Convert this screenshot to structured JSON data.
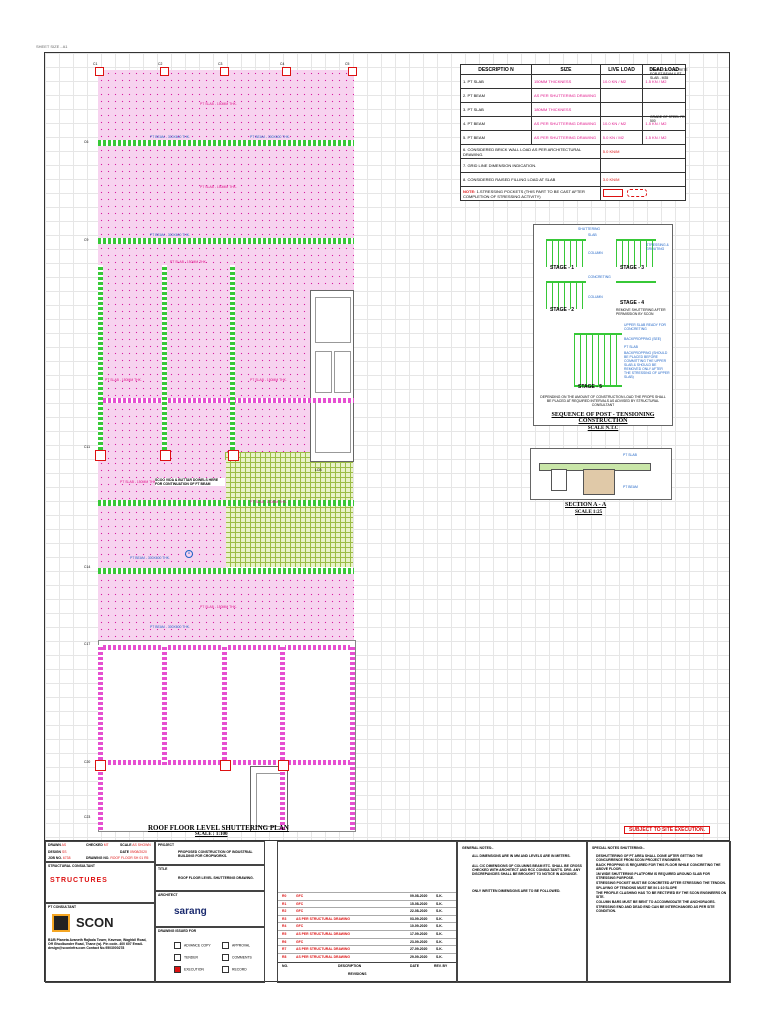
{
  "sheet": {
    "corner_label": "SHEET SIZE - A1"
  },
  "plan": {
    "title": "ROOF FLOOR LEVEL SHUTTERING PLAN",
    "scale": "SCALE : 1:100",
    "grid_top": [
      "C1",
      "C2",
      "C3",
      "C4",
      "C5"
    ],
    "grid_left": [
      "C6",
      "C9",
      "C11",
      "C14",
      "C17",
      "C20",
      "C23"
    ],
    "slab_label": "PT SLAB - 150MM THK.",
    "beam_label": "PT BEAM - 300X600 THK.",
    "note_label": "SCOO VIDA & BUTTAR DOWELS HERE FOR CONTINUATION OF FT BEAM",
    "lcb_label": "LCB",
    "pocket_label": "A"
  },
  "legend": {
    "headers": {
      "desc": "DESCRIPTIO N",
      "size": "SIZE",
      "live": "LIVE LOAD",
      "dead": "DEAD LOAD"
    },
    "rows": [
      {
        "desc": "1. PT SLAB",
        "size": "150MM THICKNESS",
        "live": "10.0 KN / M2",
        "dead": "1.5 KN / M2"
      },
      {
        "desc": "2. PT BEAM",
        "size": "AS PER SHUTTERING DRAWING",
        "live": "",
        "dead": ""
      },
      {
        "desc": "3. PT SLAB",
        "size": "180MM THICKNESS",
        "live": "",
        "dead": ""
      },
      {
        "desc": "4. PT BEAM",
        "size": "AS PER SHUTTERING DRAWING",
        "live": "10.0 KN / M2",
        "dead": "1.5 KN / M2"
      },
      {
        "desc": "5. PT BEAM",
        "size": "AS PER SHUTTERING DRAWING",
        "live": "5.0 KN / M2",
        "dead": "1.5 KN / M2"
      },
      {
        "desc": "6. CONSIDERED BRICK WALL LOAD AS PER ARCHITECTURAL DRAWING.",
        "size": "",
        "live": "5.0 KN/M",
        "dead": ""
      },
      {
        "desc": "7. GRID LINE DIMENSION INDICATION.",
        "size": "",
        "live": "",
        "dead": ""
      },
      {
        "desc": "8. CONSIDERED RAISED FILLING LOAD AT SLAB",
        "size": "",
        "live": "3.0 KN/M",
        "dead": ""
      }
    ],
    "side_notes": [
      "GRADE OF CONCRETE FOR PT BEAM & PT SLAB - M35",
      "GRADE OF STEEL FE-500"
    ],
    "note_label": "NOTE:",
    "note_text": "1.STRESSING POCKETS (THIS PART TO BE CAST AFTER COMPLETION OF STRESSING ACTIVITY)"
  },
  "sequence": {
    "stage1": "STAGE - 1",
    "stage2": "STAGE - 2",
    "stage3": "STAGE - 3",
    "stage4": "STAGE - 4",
    "stage5": "STAGE - 5",
    "labels": [
      "SHUTTERING",
      "SLAB",
      "COLUMN",
      "STRESSING & GROUTING",
      "CONCRETING",
      "REMOVE SHUTTERING AFTER PERMISSION BY SCON",
      "UPPER SLAB READY FOR CONCRETING",
      "BACKPROPPING (SEE)",
      "PT SLAB",
      "BACKPROPPING (SHOULD BE PLACED BEFORE COMMITTING THE UPPER SLAB & SHOULD BE REMOVED ONLY AFTER THE STRESSING OF UPPER SLAB)"
    ],
    "footer": "DEPENDING ON THE AMOUNT OF CONSTRUCTION LOAD THE PROPS SHALL BE PLACED AT REQUIRED INTERVALS AS ADVISED BY STRUCTURAL CONSULTANT",
    "title": "SEQUENCE OF POST - TENSIONING CONSTRUCTION",
    "scale": "SCALE N.T.C"
  },
  "section": {
    "title": "SECTION A - A",
    "scale": "SCALE 1:25",
    "labels": [
      "PT SLAB",
      "PT BEAM"
    ]
  },
  "subject": "SUBJECT TO SITE EXECUTION.",
  "title_block": {
    "drawn_label": "DRAWN",
    "drawn_val": "AS",
    "checked_label": "CHECKED",
    "checked_val": "MT",
    "design_label": "DESIGN",
    "design_val": "SS",
    "scale_label": "SCALE",
    "scale_val": "AS SHOWN",
    "date_label": "DATE",
    "date_val": "09/08/2020",
    "job_label": "JOB NO.",
    "job_val": "6738",
    "drawing_label": "DRAWING NO.",
    "drawing_val": "ROOF FLOOR SH 01",
    "rev_val": "R5",
    "structural_label": "STRUCTURAL CONSULTANT",
    "structural_name": "STRUCTURES",
    "pt_label": "PT CONSULTANT",
    "pt_company": "SCON",
    "pt_address": "B1/B Planeta Avaneth Rajbala Tower, Kavesar, Waghbil Road, Off Ghodbunder Road, Thane (w). Pin code- 400 607 Email-design@sconinfra.com Contact No.9503000278",
    "project_label": "PROJECT",
    "project_text": "PROPOSED CONSTRUCTION OF INDUSTRIAL BUILDING FOR CROPWORKS.",
    "title_label": "TITLE",
    "title_text": "ROOF FLOOR LEVEL SHUTTERING DRAWING.",
    "architect_label": "ARCHITECT",
    "architect_name": "sarang",
    "issued_label": "DRAWING ISSUED FOR",
    "issued": [
      {
        "label": "ADVANCE COPY",
        "checked": false
      },
      {
        "label": "APPROVAL",
        "checked": false
      },
      {
        "label": "TENDER",
        "checked": false
      },
      {
        "label": "COMMENTS",
        "checked": false
      },
      {
        "label": "EXECUTION",
        "checked": true
      },
      {
        "label": "RECORD",
        "checked": false
      }
    ],
    "revisions": [
      {
        "no": "R0",
        "desc": "GFC",
        "date": "09-08-2020",
        "by": "S.K."
      },
      {
        "no": "R1",
        "desc": "GFC",
        "date": "15-08-2020",
        "by": "S.K."
      },
      {
        "no": "R2",
        "desc": "GFC",
        "date": "22-08-2020",
        "by": "S.K."
      },
      {
        "no": "R3",
        "desc": "AS PER STRUCTURAL DRAWING",
        "date": "03-09-2020",
        "by": "S.K."
      },
      {
        "no": "R4",
        "desc": "GFC",
        "date": "10-09-2020",
        "by": "S.K."
      },
      {
        "no": "R5",
        "desc": "AS PER STRUCTURAL DRAWING",
        "date": "17-09-2020",
        "by": "S.K."
      },
      {
        "no": "R6",
        "desc": "GFC",
        "date": "23-09-2020",
        "by": "S.K."
      },
      {
        "no": "R7",
        "desc": "AS PER STRUCTURAL DRAWING",
        "date": "27-09-2020",
        "by": "S.K."
      },
      {
        "no": "R8",
        "desc": "AS PER STRUCTURAL DRAWING",
        "date": "29-09-2020",
        "by": "S.K."
      }
    ],
    "rev_head": {
      "no": "NO.",
      "desc": "DESCRIPTION",
      "date": "DATE",
      "by": "REV. BY"
    },
    "revisions_label": "REVISIONS",
    "general_notes_label": "GENERAL NOTES:-",
    "general_notes": [
      "ALL DIMENSIONS ARE IN MM AND LEVELS ARE IN METERS.",
      "ALL C/C DIMENSIONS OF COLUMNS BEAM ETC. SHALL BE CROSS CHECKED WITH ARCHITECT AND RCC CONSULTANT'S. DRG. ANY DISCREPANCIES SHALL BE BROUGHT TO NOTICE IN ADVANCE.",
      "ONLY WRITTEN DIMENSIONS ARE TO BE FOLLOWED."
    ],
    "special_notes_label": "SPECIAL NOTES SHUTTERING:-",
    "special_notes": [
      "DESHUTTERING OF PT AREA SHALL DONE AFTER GETTING THE CONCURRENCE FROM SCON PROJECT ENGINEER.",
      "BACK PROPPING IS REQUIRED FOR THIS FLOOR WHILE CONCRETING THE ABOVE FLOOR.",
      "1M WIDE SHUTTERING PLATFORM IS REQUIRED AROUND SLAB FOR STRESSING PURPOSE.",
      "STRESSING POCKET MUST BE CONCRETED AFTER STRESSING THE TENDON.",
      "SPLAYING OF TENDONS MUST BE IN 1:10 SLOPE",
      "THE PROFILE CLASHING HAS TO BE RECTIFIED BY THE SCON ENGINEERS ON SITE.",
      "COLUMN BARS MUST BE BENT TO ACCOMMODATE THE ANCHORAGES.",
      "STRESSING END AND DEAD END CAN BE INTERCHANGED AS PER SITE CONDITION."
    ]
  }
}
